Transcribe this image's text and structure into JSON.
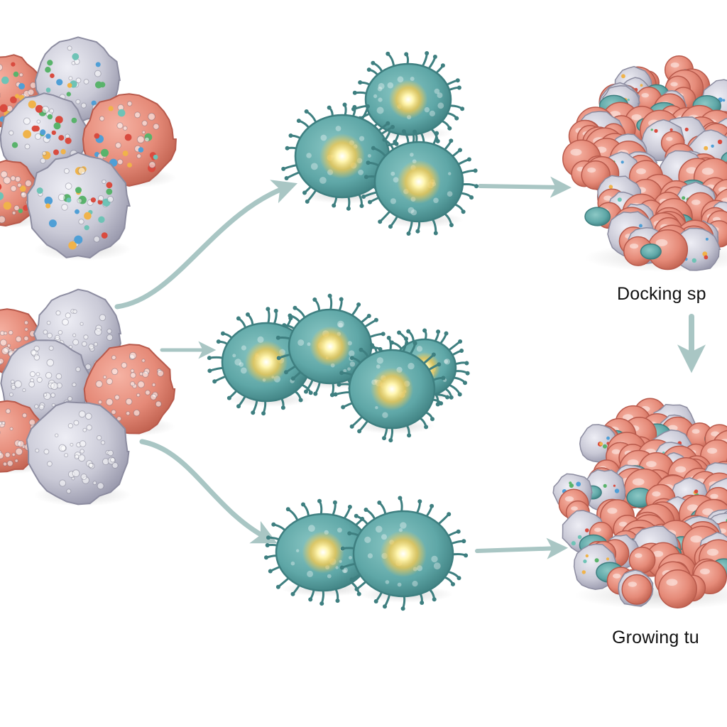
{
  "labels": {
    "docking": "Docking sp",
    "growing": "Growing tu"
  },
  "colors": {
    "background": "#ffffff",
    "arrow": "#a9c6c4",
    "red_cell": "#e58a78",
    "red_cell_edge": "#b85a4c",
    "gray_cell": "#c9c9d6",
    "gray_cell_edge": "#8c8ca0",
    "teal_cell": "#5fa7a7",
    "teal_cell_edge": "#3e7f80",
    "glow_core": "#fff6b0",
    "glow_mid": "#f5c74a",
    "label_text": "#111111"
  },
  "icons": {
    "tumor_cell": "lumpy-sphere",
    "immune_cell": "spiky-teal-cell",
    "arrow": "flow-arrow"
  }
}
